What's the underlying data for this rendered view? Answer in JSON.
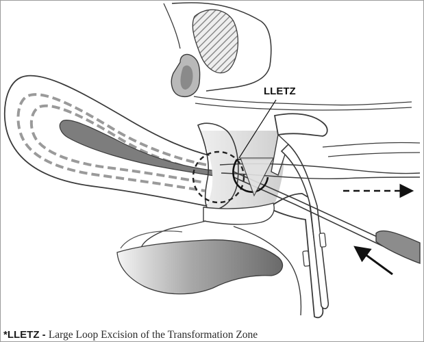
{
  "figure": {
    "callout_label": "LLETZ"
  },
  "caption": {
    "term": "*LLETZ - ",
    "definition": "Large Loop Excision of the Transformation Zone"
  },
  "colors": {
    "outline": "#3a3a3a",
    "tissue_shade": "#d0d0d0",
    "dark_fill": "#7d7d7d"
  }
}
